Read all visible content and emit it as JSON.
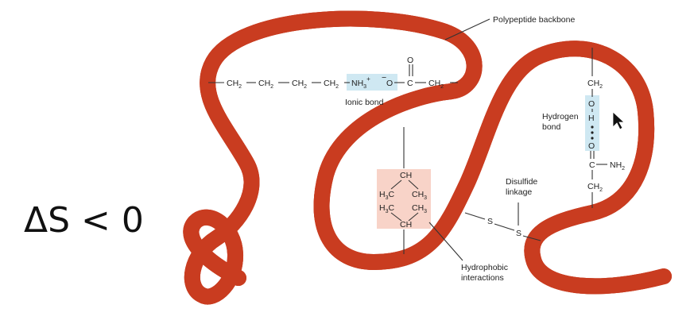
{
  "equation": "ΔS < 0",
  "labels": {
    "backbone": "Polypeptide backbone",
    "ionic": "Ionic bond",
    "hydrogen_line1": "Hydrogen",
    "hydrogen_line2": "bond",
    "disulfide_line1": "Disulfide",
    "disulfide_line2": "linkage",
    "hydrophobic_line1": "Hydrophobic",
    "hydrophobic_line2": "interactions"
  },
  "chain": {
    "ch2_a": "CH",
    "ch2_b": "CH",
    "ch2_c": "CH",
    "ch2_d": "CH",
    "nh3": "NH",
    "o_minus": "O",
    "carbonyl_o": "O",
    "carbonyl_c": "C",
    "ch2_e": "CH",
    "sub2": "2",
    "sub3": "3",
    "plus": "+",
    "minus": "−"
  },
  "hydrophobic": {
    "ch_top": "CH",
    "ch_bottom": "CH",
    "h3c_1": "H",
    "h3c_2": "H",
    "ch3_1": "CH",
    "ch3_2": "CH",
    "c": "C"
  },
  "hbond": {
    "ch2_top": "CH",
    "o_top": "O",
    "h": "H",
    "o_bottom": "O",
    "c": "C",
    "nh2": "NH",
    "ch2_bottom": "CH"
  },
  "disulfide": {
    "s1": "S",
    "s2": "S"
  },
  "colors": {
    "backbone": "#f0603e",
    "backbone_dark": "#d9472a",
    "ionic_highlight": "#cfe8f2",
    "hbond_highlight": "#cfe8f2",
    "hydrophobic_highlight": "#f8d3c8"
  }
}
